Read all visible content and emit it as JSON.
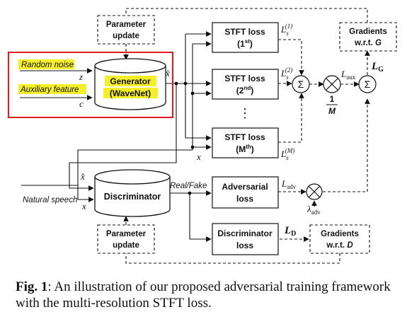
{
  "blocks": {
    "param_update_top": [
      "Parameter",
      "update"
    ],
    "random_noise": "Random noise",
    "auxiliary_feature": "Auxiliary feature",
    "z": "z",
    "c": "c",
    "generator": [
      "Generator",
      "(WaveNet)"
    ],
    "x_hat": "x̂",
    "x_hat_2": "x̂",
    "x": "x",
    "x_2": "x",
    "stft1": [
      "STFT loss",
      "(1",
      "st",
      ")"
    ],
    "stft2": [
      "STFT loss",
      "(2",
      "nd",
      ")"
    ],
    "stft_dots": "⋮",
    "stftM": [
      "STFT loss",
      "(M",
      "th",
      ")"
    ],
    "ls1": [
      "L",
      "s",
      "(1)"
    ],
    "ls2": [
      "L",
      "s",
      "(2)"
    ],
    "lsM": [
      "L",
      "s",
      "(M)"
    ],
    "sum_sign": "Σ",
    "fraction": [
      "1",
      "M"
    ],
    "l_aux": [
      "L",
      "aux"
    ],
    "l_g": [
      "L",
      "G"
    ],
    "gradients_g": [
      "Gradients",
      "w.r.t. ",
      "G"
    ],
    "natural_speech": "Natural speech",
    "discriminator": "Discriminator",
    "real_fake": "Real/Fake",
    "adversarial_loss": [
      "Adversarial",
      "loss"
    ],
    "l_adv": [
      "L",
      "adv"
    ],
    "lambda_adv": [
      "λ",
      "adv"
    ],
    "discriminator_loss": [
      "Discriminator",
      "loss"
    ],
    "l_d": [
      "L",
      "D"
    ],
    "gradients_d": [
      "Gradients",
      "w.r.t. ",
      "D"
    ],
    "param_update_bottom": [
      "Parameter",
      "update"
    ]
  },
  "caption": {
    "label": "Fig. 1",
    "text": ": An illustration of our proposed adversarial training framework with the multi-resolution STFT loss."
  },
  "colors": {
    "highlight": "#f5ef2a",
    "frame": "#e01b1b",
    "line": "#111111"
  }
}
